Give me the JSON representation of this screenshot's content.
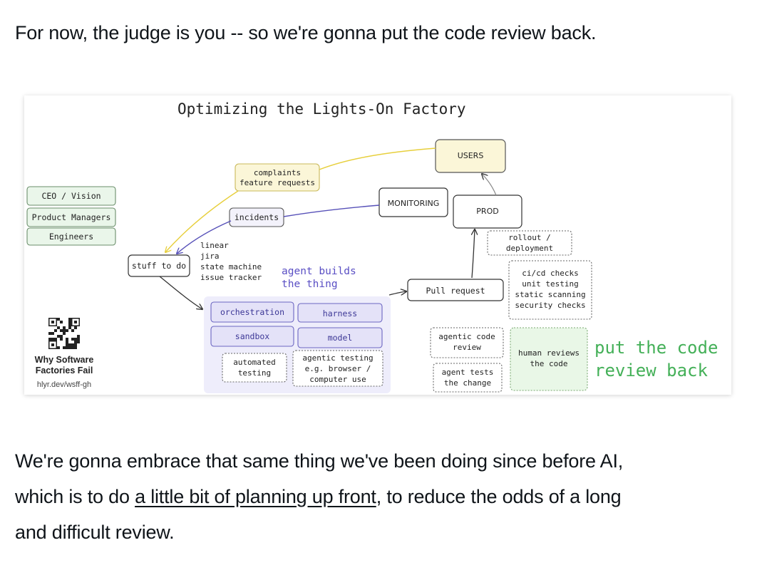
{
  "intro_text": "For now, the judge is you -- so we're gonna put the code review back.",
  "diagram": {
    "title": "Optimizing the Lights-On Factory",
    "nodes": {
      "ceo": "CEO / Vision",
      "pm": "Product Managers",
      "eng": "Engineers",
      "stuff": "stuff to do",
      "tracker": [
        "linear",
        "jira",
        "state machine",
        "issue tracker"
      ],
      "complaints": [
        "complaints",
        "feature requests"
      ],
      "incidents": "incidents",
      "monitoring": "MONITORING",
      "users": "USERS",
      "prod": "PROD",
      "rollout": [
        "rollout /",
        "deployment"
      ],
      "cicd": [
        "ci/cd checks",
        "unit testing",
        "static scanning",
        "security checks"
      ],
      "pull_request": "Pull request",
      "agent_builds": [
        "agent builds",
        "the thing"
      ],
      "orchestration": "orchestration",
      "harness": "harness",
      "sandbox": "sandbox",
      "model": "model",
      "automated_testing": [
        "automated",
        "testing"
      ],
      "agentic_testing": [
        "agentic testing",
        "e.g. browser /",
        "computer use"
      ],
      "agentic_review": [
        "agentic code",
        "review"
      ],
      "agent_tests": [
        "agent tests",
        "the change"
      ],
      "human_reviews": [
        "human reviews",
        "the code"
      ],
      "put_back": [
        "put the code",
        "review back"
      ]
    },
    "qr_caption": [
      "Why Software",
      "Factories Fail"
    ],
    "qr_url": "hlyr.dev/wsff-gh"
  },
  "outro": {
    "line1": "We're gonna embrace that same thing we've been doing since before AI,",
    "line2_before": "which is to do ",
    "link": "a little bit of planning up front",
    "line2_after": ", to reduce the odds of a long",
    "line3": "and difficult review."
  }
}
